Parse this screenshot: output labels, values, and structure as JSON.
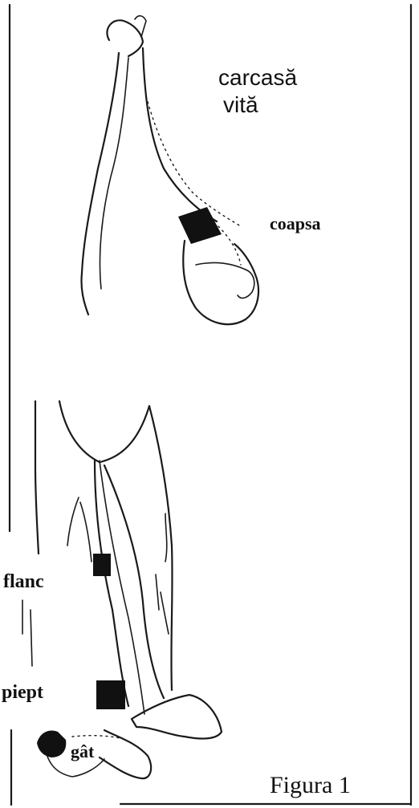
{
  "figure": {
    "title_line1": "carcasă",
    "title_line2": "vită",
    "caption": "Figura 1",
    "labels": {
      "coapsa": "coapsa",
      "flanc": "flanc",
      "piept": "piept",
      "gat": "gât"
    }
  }
}
